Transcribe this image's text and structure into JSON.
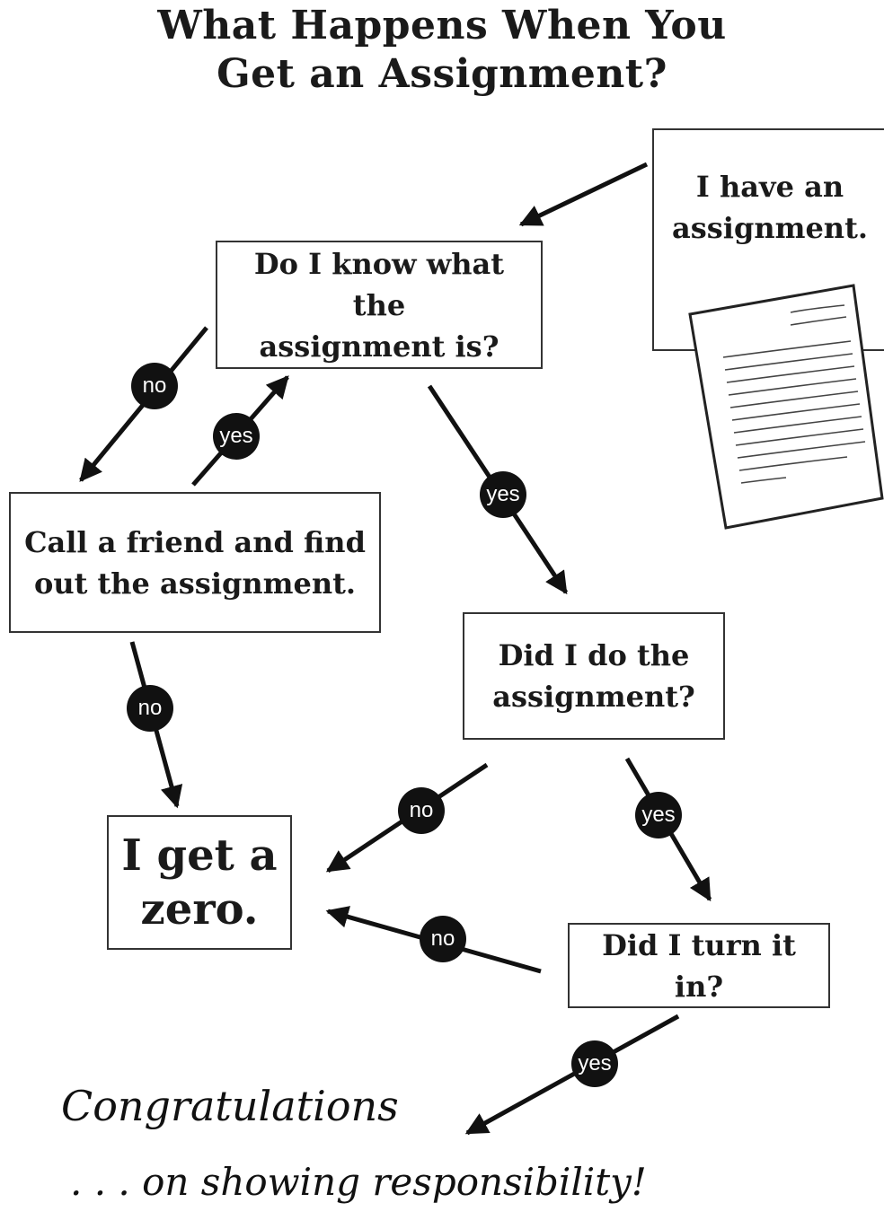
{
  "title": {
    "line1": "What Happens When You",
    "line2": "Get an Assignment?"
  },
  "nodes": {
    "start": "I have an\nassignment.",
    "know": "Do I know what the\nassignment is?",
    "call": "Call a friend and find\nout the assignment.",
    "did_do": "Did I do the\nassignment?",
    "zero": "I get a\nzero.",
    "turn_in": "Did I turn it in?"
  },
  "edges": {
    "know_no": "no",
    "call_yes": "yes",
    "know_yes": "yes",
    "call_no": "no",
    "do_no": "no",
    "do_yes": "yes",
    "turn_no": "no",
    "turn_yes": "yes"
  },
  "footer": {
    "line1": "Congratulations",
    "line2": ". . . on showing responsibility!"
  }
}
